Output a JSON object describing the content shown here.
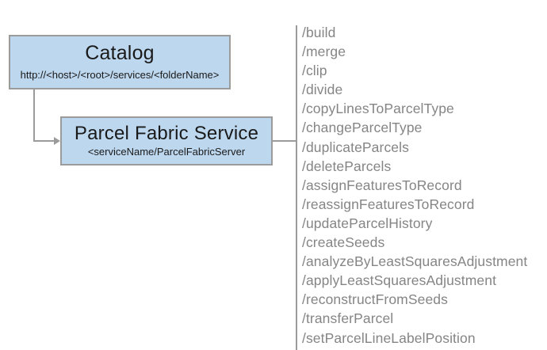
{
  "diagram": {
    "background_color": "#ffffff",
    "node_fill_color": "#bdd7ee",
    "node_border_color": "#9b9b9b",
    "connector_color": "#9b9b9b",
    "list_text_color": "#858585",
    "nodes": [
      {
        "id": "catalog",
        "title": "Catalog",
        "subtitle": "http://<host>/<root>/services/<folderName>"
      },
      {
        "id": "parcel-fabric-service",
        "title": "Parcel Fabric Service",
        "subtitle": "<serviceName/ParcelFabricServer"
      }
    ],
    "operations": [
      {
        "label": "/build"
      },
      {
        "label": "/merge"
      },
      {
        "label": "/clip"
      },
      {
        "label": "/divide"
      },
      {
        "label": "/copyLinesToParcelType"
      },
      {
        "label": "/changeParcelType"
      },
      {
        "label": "/duplicateParcels"
      },
      {
        "label": "/deleteParcels"
      },
      {
        "label": "/assignFeaturesToRecord"
      },
      {
        "label": "/reassignFeaturesToRecord"
      },
      {
        "label": "/updateParcelHistory"
      },
      {
        "label": "/createSeeds"
      },
      {
        "label": "/analyzeByLeastSquaresAdjustment"
      },
      {
        "label": "/applyLeastSquaresAdjustment"
      },
      {
        "label": "/reconstructFromSeeds"
      },
      {
        "label": "/transferParcel"
      },
      {
        "label": "/setParcelLineLabelPosition"
      }
    ]
  }
}
